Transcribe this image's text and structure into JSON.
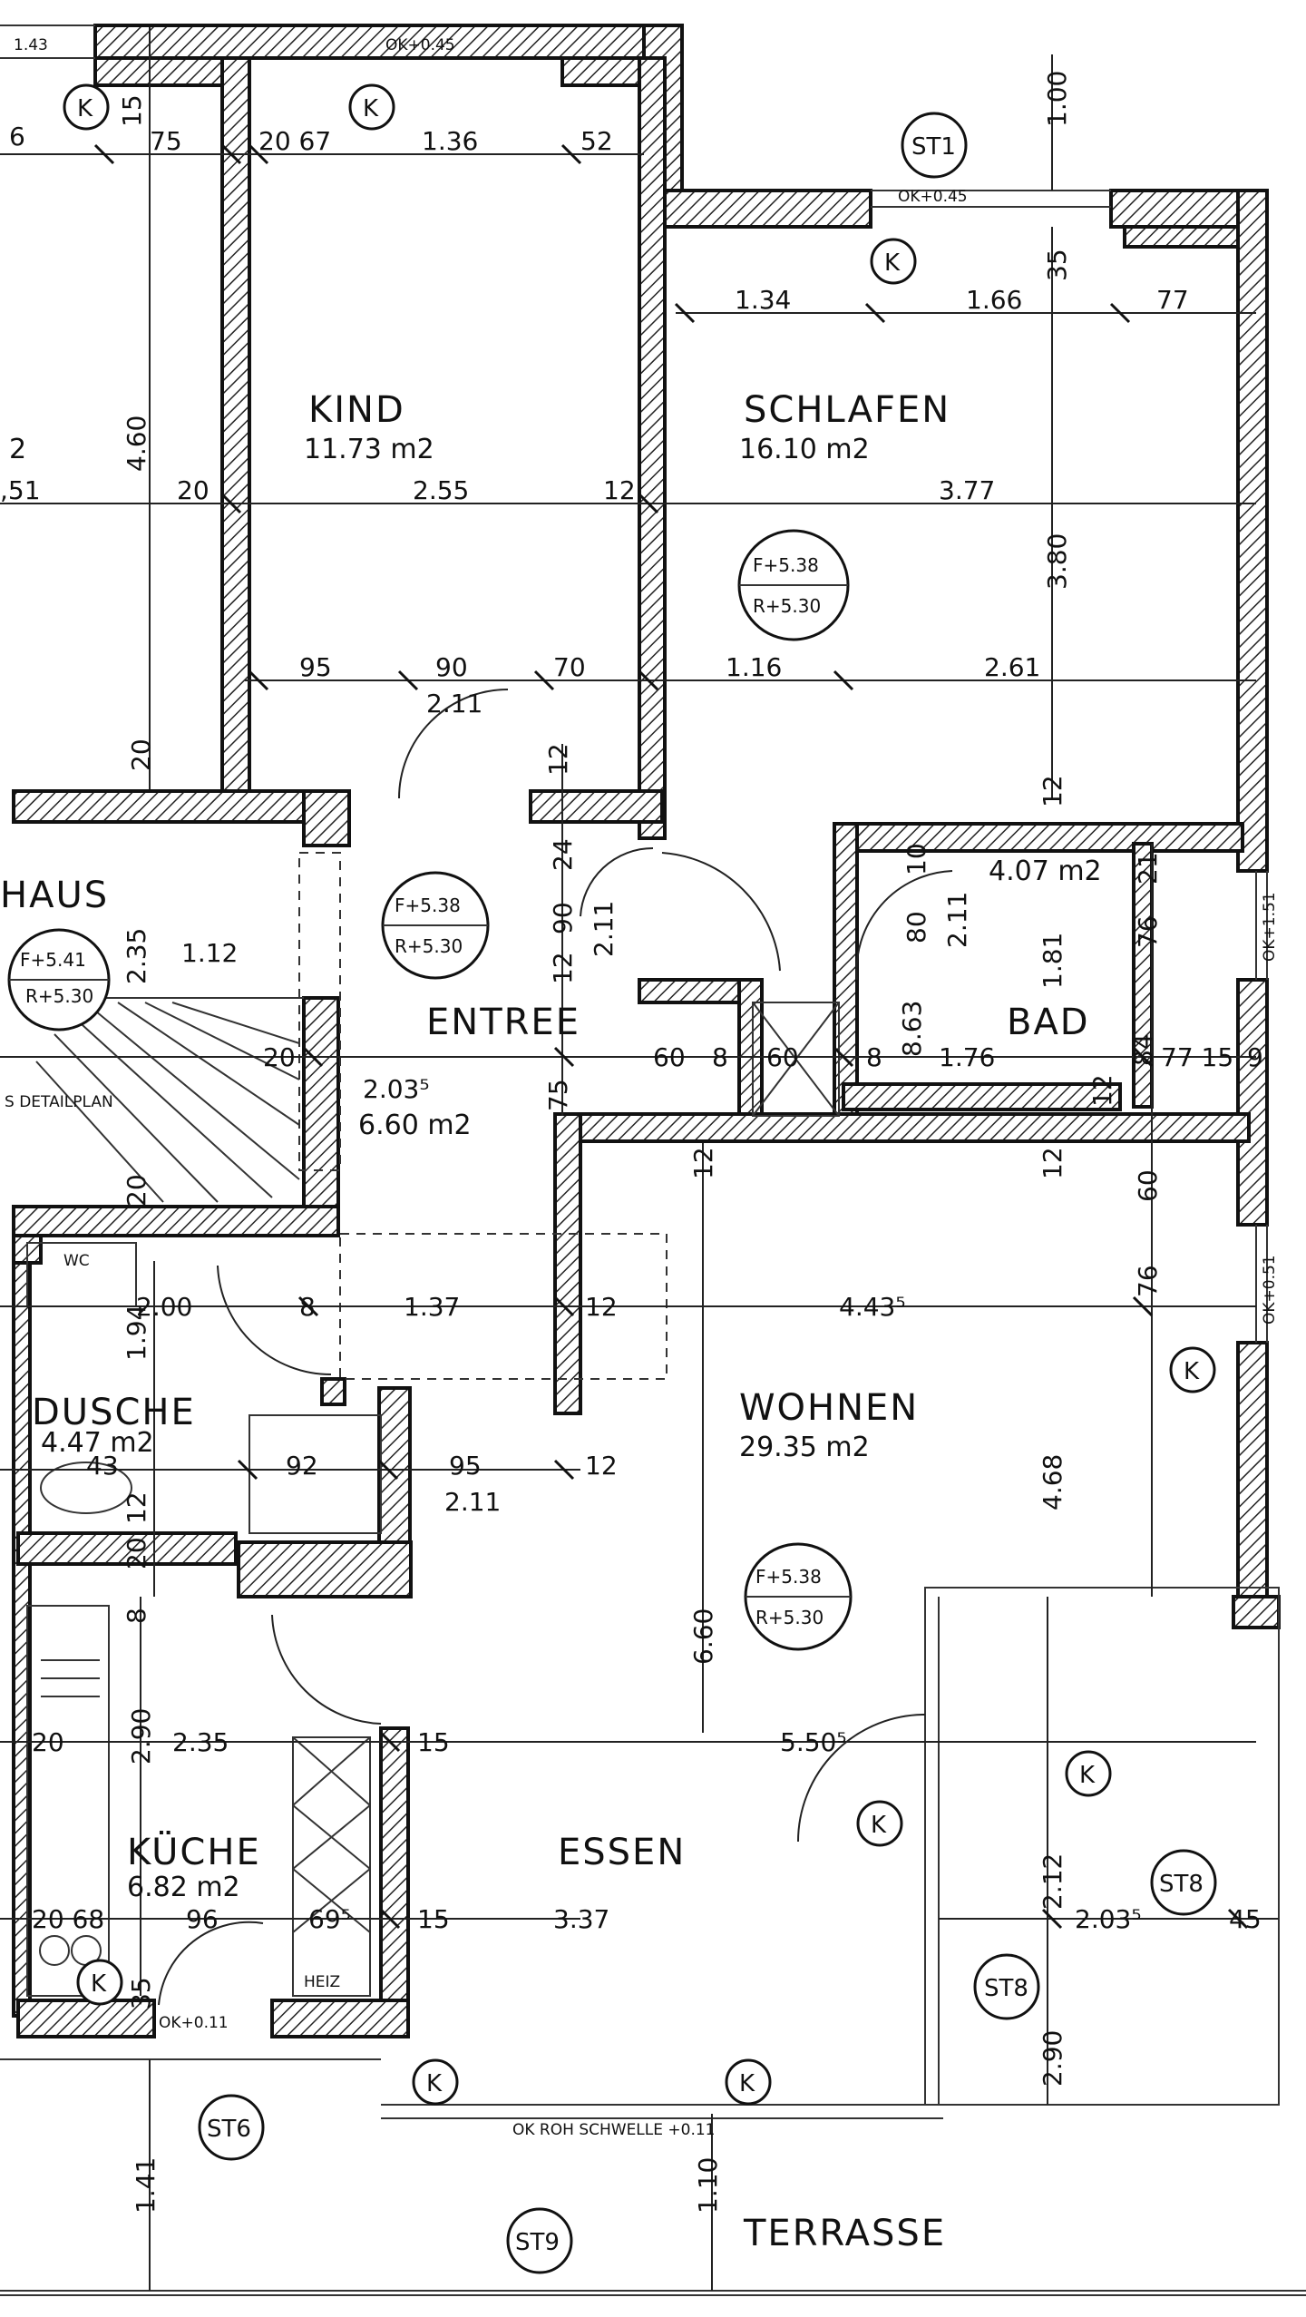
{
  "rooms": {
    "kind": {
      "name": "KIND",
      "area": "11.73 m2"
    },
    "schlafen": {
      "name": "SCHLAFEN",
      "area": "16.10 m2"
    },
    "entree": {
      "name": "ENTREE",
      "area": "6.60 m2"
    },
    "bad": {
      "name": "BAD",
      "area": "4.07 m2"
    },
    "wohnen": {
      "name": "WOHNEN",
      "area": "29.35 m2"
    },
    "dusche": {
      "name": "DUSCHE",
      "area": "4.47 m2"
    },
    "kueche": {
      "name": "KÜCHE",
      "area": "6.82 m2"
    },
    "essen": {
      "name": "ESSEN"
    },
    "terrasse": {
      "name": "TERRASSE"
    },
    "treppenhaus": {
      "name": "HAUS",
      "area_partial": "2"
    }
  },
  "levels": {
    "schlafen": {
      "f": "F+5.38",
      "r": "R+5.30"
    },
    "entree": {
      "f": "F+5.38",
      "r": "R+5.30"
    },
    "wohnen": {
      "f": "F+5.38",
      "r": "R+5.30"
    },
    "stair": {
      "f": "F+5.41",
      "r": "R+5.30"
    }
  },
  "markers": {
    "st1": "ST1",
    "st6": "ST6",
    "st8a": "ST8",
    "st8b": "ST8",
    "st9": "ST9",
    "k": "K"
  },
  "sill_notes": {
    "top_left": "OK+0.45",
    "top_st1": "OK+0.45",
    "right_bad": "OK+1.51",
    "right_wohnen": "OK+0.51",
    "kitchen": "OK+0.11",
    "threshold": "OK ROH SCHWELLE +0.11"
  },
  "labels": {
    "wc": "WC",
    "heiz": "HEIZ",
    "detail": "S DETAILPLAN",
    "left_cut_143": "1.43",
    "left_cut_6": "6",
    "left_cut_51": ",51"
  },
  "dims": {
    "top_15": "15",
    "top_75": "75",
    "top_2067": "20 67",
    "top_136": "1.36",
    "top_52": "52",
    "top_100": "1.00",
    "s_134": "1.34",
    "s_166": "1.66",
    "s_35": "35",
    "s_77": "77",
    "k_460": "4.60",
    "k_20": "20",
    "k_255": "2.55",
    "k_12": "12",
    "s_377": "3.77",
    "s_380": "3.80",
    "r_95": "95",
    "r_90": "90",
    "r_70": "70",
    "r_211": "2.11",
    "r_116": "1.16",
    "r_261": "2.61",
    "v_20a": "20",
    "v_12a": "12",
    "v_12b": "12",
    "e_24": "24",
    "e_90": "90",
    "e_12": "12",
    "e_211": "2.11",
    "e_112": "1.12",
    "e_235": "2.35",
    "b_80": "80",
    "b_10": "10",
    "b_211": "2.11",
    "b_21": "21",
    "b_76": "76",
    "b_181": "1.81",
    "m_20": "20",
    "m_203": "2.03⁵",
    "m_75": "75",
    "m_60a": "60",
    "m_8a": "8",
    "m_60b": "60",
    "m_8b": "8",
    "m_863": "8.63",
    "m_176": "1.76",
    "m_12": "12",
    "m_84": "84",
    "m_7715": "77 15",
    "m_9": "9",
    "w_12a": "12",
    "w_12b": "12",
    "w_60": "60",
    "w_76": "76",
    "w_20": "20",
    "d_200": "2.00",
    "d_8": "8",
    "d_137": "1.37",
    "d_12": "12",
    "w_443": "4.43⁵",
    "d_194": "1.94",
    "d_43": "43",
    "d_92": "92",
    "d_95": "95",
    "d_12b": "12",
    "d_211": "2.11",
    "d_12c": "12",
    "d_20": "20",
    "w_468": "4.68",
    "w_660": "6.60",
    "d_8b": "8",
    "k_290": "2.90",
    "k_235": "2.35",
    "k_15a": "15",
    "w_5505": "5.50⁵",
    "k_2068": "20 68",
    "k_96": "96",
    "k_695": "69⁵",
    "k_15b": "15",
    "e_337": "3.37",
    "t_212": "2.12",
    "t_2035": "2.03⁵",
    "t_45": "45",
    "k_35": "35",
    "t_290": "2.90",
    "b_141": "1.41",
    "b_110": "1.10"
  }
}
